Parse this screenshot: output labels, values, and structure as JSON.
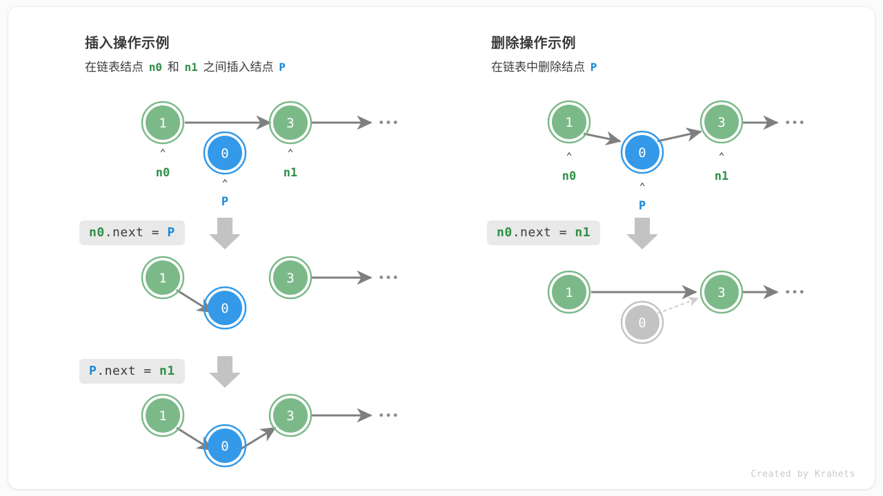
{
  "meta": {
    "credit": "Created by Krahets",
    "background": "#fbfbfb",
    "card_background": "#ffffff"
  },
  "colors": {
    "node_green_fill": "#7cb989",
    "node_green_ring": "#7cb989",
    "node_blue_fill": "#3399e8",
    "node_blue_ring": "#3399e8",
    "node_gray_fill": "#c3c3c3",
    "node_gray_ring": "#c3c3c3",
    "arrow_gray": "#7f7f7f",
    "arrow_light_gray": "#c3c3c3",
    "text_green": "#2f8f46",
    "text_blue": "#1789d8",
    "text_dark": "#3b3b3b",
    "codebox_bg": "#e9e9e9",
    "credit_gray": "#c9c9c9"
  },
  "panels": [
    {
      "id": "insert",
      "title": "插入操作示例",
      "subtitle_parts": [
        {
          "text": "在链表结点",
          "style": "plain"
        },
        {
          "text": "n0",
          "style": "green"
        },
        {
          "text": "和",
          "style": "plain"
        },
        {
          "text": "n1",
          "style": "green"
        },
        {
          "text": "之间插入结点",
          "style": "plain"
        },
        {
          "text": "P",
          "style": "blue"
        }
      ],
      "steps": [
        {
          "id": "insert-step-0",
          "code": null,
          "nodes": [
            {
              "id": "n0",
              "value": "1",
              "color": "green",
              "pointer": "n0",
              "pointer_color": "green"
            },
            {
              "id": "p",
              "value": "0",
              "color": "blue",
              "pointer": "P",
              "pointer_color": "blue"
            },
            {
              "id": "n1",
              "value": "3",
              "color": "green",
              "pointer": "n1",
              "pointer_color": "green"
            }
          ]
        },
        {
          "id": "insert-step-1",
          "code": {
            "segments": [
              {
                "text": "n0",
                "style": "green"
              },
              {
                "text": ".next = ",
                "style": "plain"
              },
              {
                "text": "P",
                "style": "blue"
              }
            ]
          },
          "nodes": [
            {
              "id": "n0",
              "value": "1",
              "color": "green"
            },
            {
              "id": "p",
              "value": "0",
              "color": "blue"
            },
            {
              "id": "n1",
              "value": "3",
              "color": "green"
            }
          ]
        },
        {
          "id": "insert-step-2",
          "code": {
            "segments": [
              {
                "text": "P",
                "style": "blue"
              },
              {
                "text": ".next = ",
                "style": "plain"
              },
              {
                "text": "n1",
                "style": "green"
              }
            ]
          },
          "nodes": [
            {
              "id": "n0",
              "value": "1",
              "color": "green"
            },
            {
              "id": "p",
              "value": "0",
              "color": "blue"
            },
            {
              "id": "n1",
              "value": "3",
              "color": "green"
            }
          ]
        }
      ]
    },
    {
      "id": "delete",
      "title": "删除操作示例",
      "subtitle_parts": [
        {
          "text": "在链表中删除结点",
          "style": "plain"
        },
        {
          "text": "P",
          "style": "blue"
        }
      ],
      "steps": [
        {
          "id": "delete-step-0",
          "code": null,
          "nodes": [
            {
              "id": "n0",
              "value": "1",
              "color": "green",
              "pointer": "n0",
              "pointer_color": "green"
            },
            {
              "id": "p",
              "value": "0",
              "color": "blue",
              "pointer": "P",
              "pointer_color": "blue"
            },
            {
              "id": "n1",
              "value": "3",
              "color": "green",
              "pointer": "n1",
              "pointer_color": "green"
            }
          ]
        },
        {
          "id": "delete-step-1",
          "code": {
            "segments": [
              {
                "text": "n0",
                "style": "green"
              },
              {
                "text": ".next = ",
                "style": "plain"
              },
              {
                "text": "n1",
                "style": "green"
              }
            ]
          },
          "nodes": [
            {
              "id": "n0",
              "value": "1",
              "color": "green"
            },
            {
              "id": "p",
              "value": "0",
              "color": "gray"
            },
            {
              "id": "n1",
              "value": "3",
              "color": "green"
            }
          ]
        }
      ]
    }
  ],
  "labels": {
    "ellipsis": "•••",
    "caret": "⌃",
    "insert_title": "插入操作示例",
    "delete_title": "删除操作示例",
    "insert_code_1": "n0.next = P",
    "insert_code_2": "P.next = n1",
    "delete_code_1": "n0.next = n1"
  }
}
